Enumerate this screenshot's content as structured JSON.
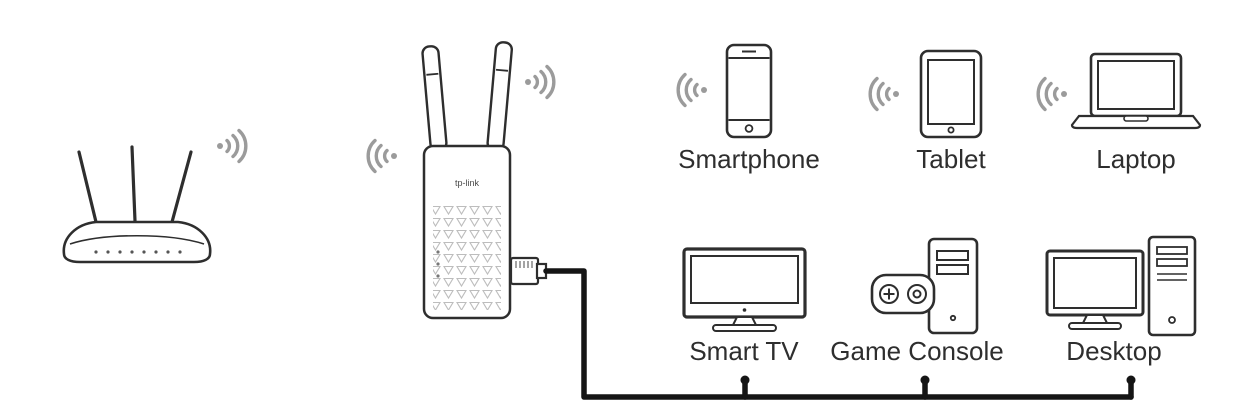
{
  "colors": {
    "line": "#2e2e2e",
    "wifi_signal": "#9b9b9b",
    "cable": "#151515",
    "triangle_pattern": "#bdbdbd",
    "background": "#ffffff"
  },
  "diagram": {
    "router": {},
    "extender": {
      "brand_label": "tp-link"
    },
    "wireless_devices": [
      {
        "label": "Smartphone"
      },
      {
        "label": "Tablet"
      },
      {
        "label": "Laptop"
      }
    ],
    "wired_devices": [
      {
        "label": "Smart TV"
      },
      {
        "label": "Game Console"
      },
      {
        "label": "Desktop"
      }
    ]
  }
}
